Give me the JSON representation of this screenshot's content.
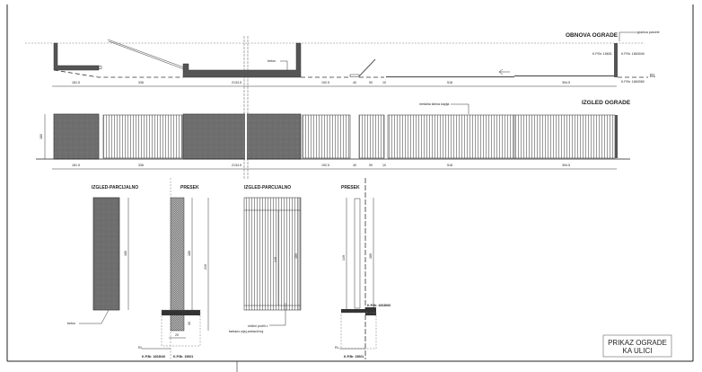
{
  "labels": {
    "plan_title": "OBNOVA OGRADE",
    "elevation_title": "IZGLED OGRADE",
    "granica_parcele": "granica parcele",
    "beton": "beton",
    "metal_fence": "metalna kližna kapija",
    "rl": "RL",
    "kp_1": "K.P.Br. 15601",
    "kp_2": "K.P.Br. 1663040",
    "kp_3": "K.P.Br. 1663060"
  },
  "dimensions": [
    "181.5",
    "336",
    "2134.5",
    "192.5",
    "40",
    "90",
    "10",
    "518",
    "394.5"
  ],
  "elevation_height": "180",
  "details": {
    "detail1_title": "IZGLED-PARCIJALNO",
    "detail1_height": "180",
    "detail1_note": "beton",
    "detail2_title": "PRESEK",
    "detail2_h1": "180",
    "detail2_h2": "210",
    "detail2_h3": "30",
    "detail2_w": "20",
    "detail2_rl": "RL",
    "detail2_kp_left": "K.P.Br. 1663040",
    "detail2_kp_right": "K.P.Br. 15601",
    "detail3_title": "IZGLED-PARCIJALNO",
    "detail3_h1": "149",
    "detail3_h2": "180",
    "detail3_note1": "čelični profili c",
    "detail3_note2": "farbano uljej-antracit boj",
    "detail4_title": "PRESEK",
    "detail4_h1": "149",
    "detail4_h2": "180",
    "detail4_kp_top": "K.P.Br. 1663060",
    "detail4_kp_bottom": "K.P.Br. 15601",
    "detail4_rl": "RL"
  },
  "title_block": {
    "line1": "PRIKAZ OGRADE",
    "line2": "KA ULICI"
  }
}
